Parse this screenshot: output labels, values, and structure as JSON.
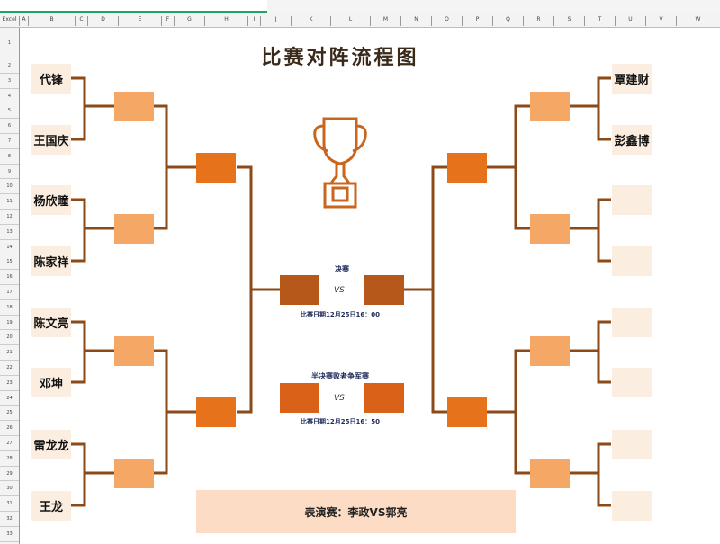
{
  "app": {
    "corner_label": "Excel"
  },
  "columns": [
    "A",
    "B",
    "C",
    "D",
    "E",
    "F",
    "G",
    "H",
    "I",
    "J",
    "K",
    "L",
    "M",
    "N",
    "O",
    "P",
    "Q",
    "R",
    "S",
    "T",
    "U",
    "V",
    "W"
  ],
  "rows": [
    "1",
    "2",
    "3",
    "4",
    "5",
    "6",
    "7",
    "8",
    "9",
    "10",
    "11",
    "12",
    "13",
    "14",
    "15",
    "16",
    "17",
    "18",
    "19",
    "20",
    "21",
    "22",
    "23",
    "24",
    "25",
    "26",
    "27",
    "28",
    "29",
    "30",
    "31",
    "32",
    "33"
  ],
  "title": "比赛对阵流程图",
  "left_players": [
    "代锋",
    "王国庆",
    "杨欣瞳",
    "陈家祥",
    "陈文亮",
    "邓坤",
    "雷龙龙",
    "王龙"
  ],
  "right_players": [
    "覃建财",
    "彭鑫博",
    "",
    "",
    "",
    "",
    "",
    ""
  ],
  "final": {
    "label": "决赛",
    "vs": "VS",
    "time": "比赛日期12月25日16：00"
  },
  "third_place": {
    "label": "半决赛败者争军赛",
    "vs": "VS",
    "time": "比赛日期12月25日16：50"
  },
  "exhibition": "表演赛：李政VS郭亮",
  "colors": {
    "bracket": "#8b4a17",
    "round1": "#f5a766",
    "round2": "#e6721c",
    "final": "#b6581a",
    "name_bg": "#fbeee0"
  }
}
